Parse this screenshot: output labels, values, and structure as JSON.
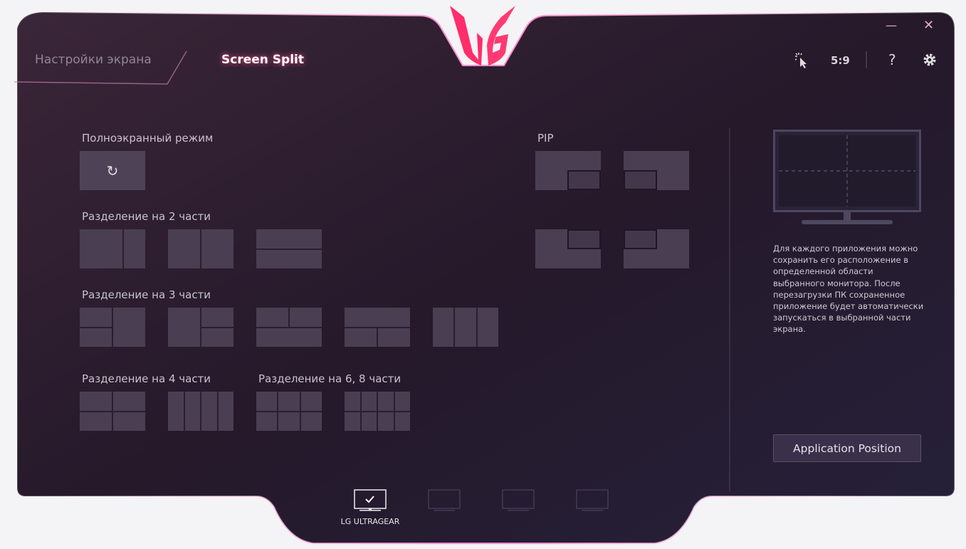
{
  "tabs": {
    "screen_settings": "Настройки экрана",
    "screen_split": "Screen Split"
  },
  "toolbar": {
    "ratio": "5:9",
    "help": "?",
    "minimize": "—",
    "close": "✕"
  },
  "sections": {
    "fullscreen": "Полноэкранный режим",
    "split2": "Разделение на 2 части",
    "split3": "Разделение на 3 части",
    "split4": "Разделение на 4 части",
    "split68": "Разделение на 6, 8 части",
    "pip": "PIP"
  },
  "fullscreen_icon": "↻",
  "description": "Для каждого приложения можно сохранить его расположение в определенной области выбранного монитора. После перезагрузки ПК сохраненное приложение будет автоматически запускаться в выбранной части экрана.",
  "app_position_button": "Application Position",
  "monitors": [
    {
      "label": "LG ULTRAGEAR",
      "selected": true
    },
    {
      "selected": false
    },
    {
      "selected": false
    },
    {
      "selected": false
    }
  ],
  "colors": {
    "accent": "#ff2d6a",
    "window": "#2a1d2e"
  }
}
